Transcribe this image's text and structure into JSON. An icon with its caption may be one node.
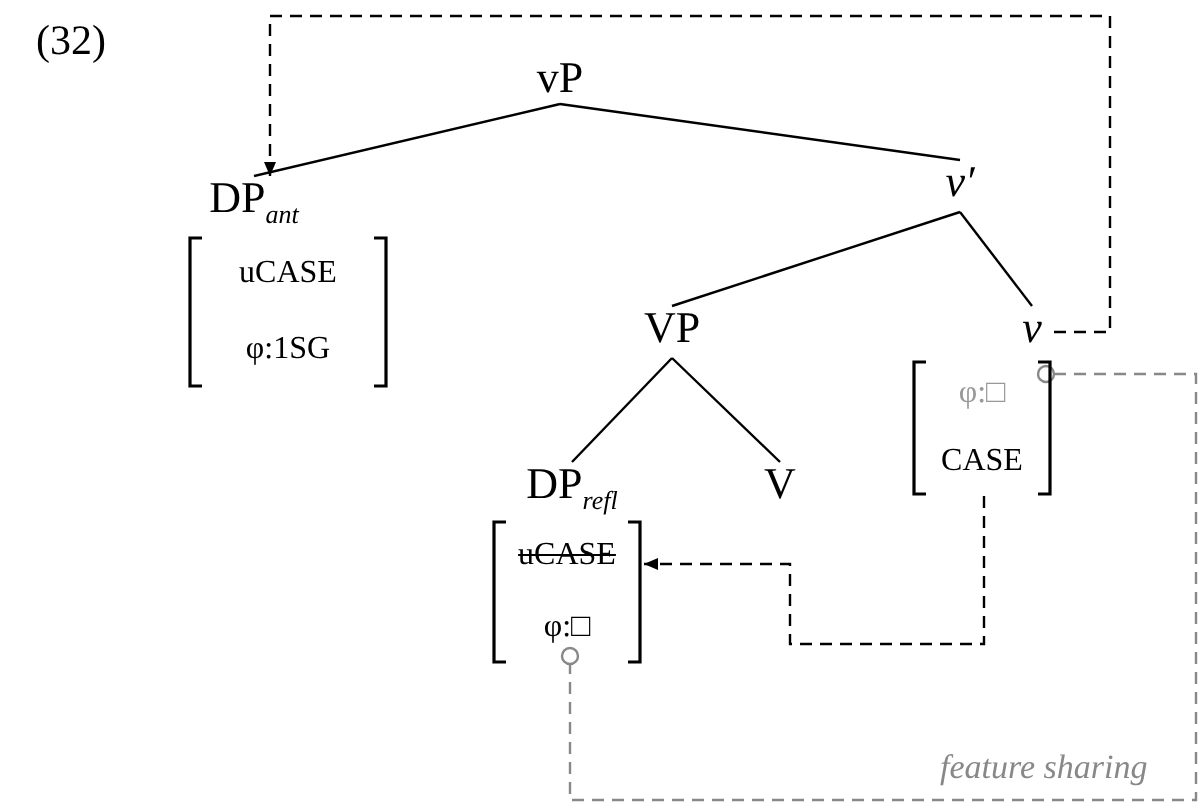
{
  "diagram": {
    "nodes": [
      {
        "text": [
          "vP"
        ]
      },
      {
        "text": [
          "DP$_{ant}$"
        ]
      },
      {
        "text": [
          "uCASE",
          "φ:1SG"
        ]
      },
      {
        "text": [
          "v′"
        ]
      },
      {
        "text": [
          "VP"
        ]
      },
      {
        "text": [
          "v"
        ]
      },
      {
        "text": [
          "φ:□",
          "CASE"
        ]
      },
      {
        "text": [
          "DP$_{refl}$"
        ]
      },
      {
        "text": [
          "V"
        ]
      },
      {
        "text": [
          "uCASE",
          "φ:□"
        ]
      }
    ],
    "edges": [
      {
        "from": 0,
        "to": 1,
        "arrow": "none"
      },
      {
        "from": 0,
        "to": 3,
        "arrow": "none"
      },
      {
        "from": 3,
        "to": 4,
        "arrow": "none"
      },
      {
        "from": 3,
        "to": 5,
        "arrow": "none"
      },
      {
        "from": 4,
        "to": 7,
        "arrow": "none"
      },
      {
        "from": 4,
        "to": 8,
        "arrow": "none"
      },
      {
        "from": 5,
        "to": 1,
        "arrow": "to",
        "style": "dashed"
      },
      {
        "from": 6,
        "to": 9,
        "arrow": "to",
        "style": "dashed"
      },
      {
        "from": 6,
        "to": 9,
        "arrow": "other",
        "style": "dashed",
        "color": "#888888",
        "label": "feature sharing"
      }
    ],
    "labels": [
      "(32)"
    ]
  }
}
